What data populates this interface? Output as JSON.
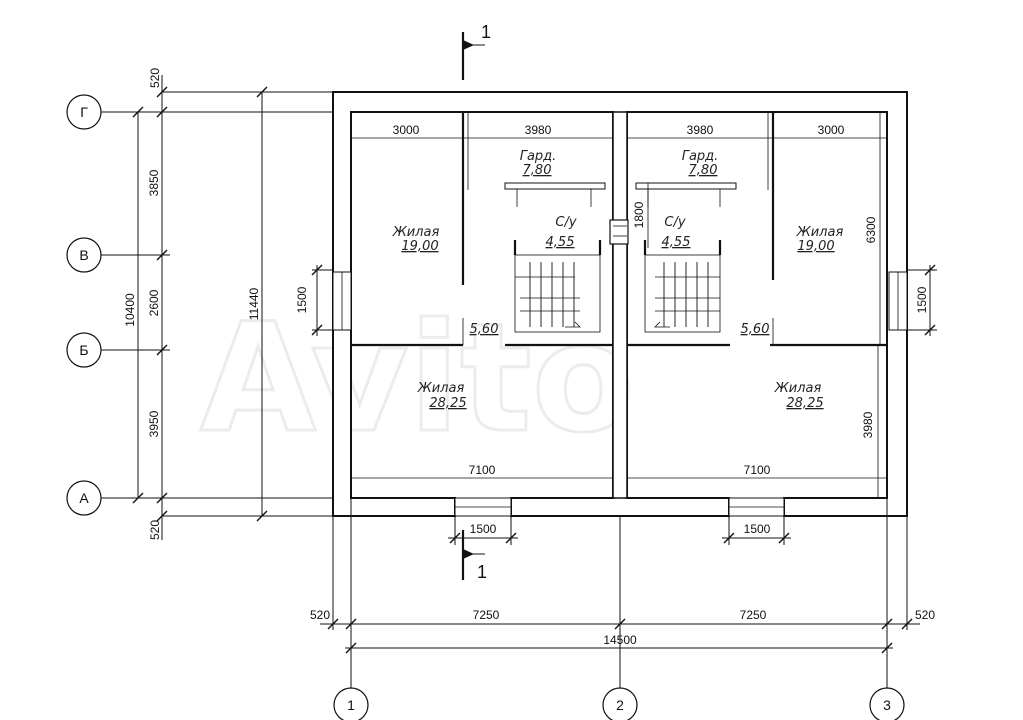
{
  "axes": {
    "rows": [
      "Г",
      "В",
      "Б",
      "А"
    ],
    "columns": [
      "1",
      "2",
      "3"
    ]
  },
  "section_marks": {
    "top": "1",
    "bottom": "1"
  },
  "left_dimensions": {
    "top_offset": "520",
    "g_to_v": "3850",
    "v_to_b": "2600",
    "b_to_a": "3950",
    "bottom_offset": "520",
    "total_axes": "10400",
    "total_overall": "11440",
    "window": "1500"
  },
  "right_dimensions": {
    "upper": "6300",
    "lower": "3980",
    "window": "1500"
  },
  "bottom_dimensions": {
    "left_offset": "520",
    "span_1_2": "7250",
    "span_2_3": "7250",
    "right_offset": "520",
    "total": "14500",
    "window_left": "1500",
    "window_right": "1500"
  },
  "interior_dimensions": {
    "left_room_width": "3000",
    "left_mid_width": "3980",
    "right_mid_width": "3980",
    "right_room_width": "3000",
    "stair_gap": "1800",
    "left_big_width": "7100",
    "right_big_width": "7100"
  },
  "rooms": {
    "left_living_small": {
      "name": "Жилая",
      "area": "19,00"
    },
    "left_wardrobe": {
      "name": "Гард.",
      "area": "7,80"
    },
    "left_bath": {
      "name": "С/у",
      "area": "4,55"
    },
    "left_hall_area": "5,60",
    "left_living_big": {
      "name": "Жилая",
      "area": "28,25"
    },
    "right_wardrobe": {
      "name": "Гард.",
      "area": "7,80"
    },
    "right_bath": {
      "name": "С/у",
      "area": "4,55"
    },
    "right_living_small": {
      "name": "Жилая",
      "area": "19,00"
    },
    "right_hall_area": "5,60",
    "right_living_big": {
      "name": "Жилая",
      "area": "28,25"
    }
  },
  "watermark": "Avito"
}
